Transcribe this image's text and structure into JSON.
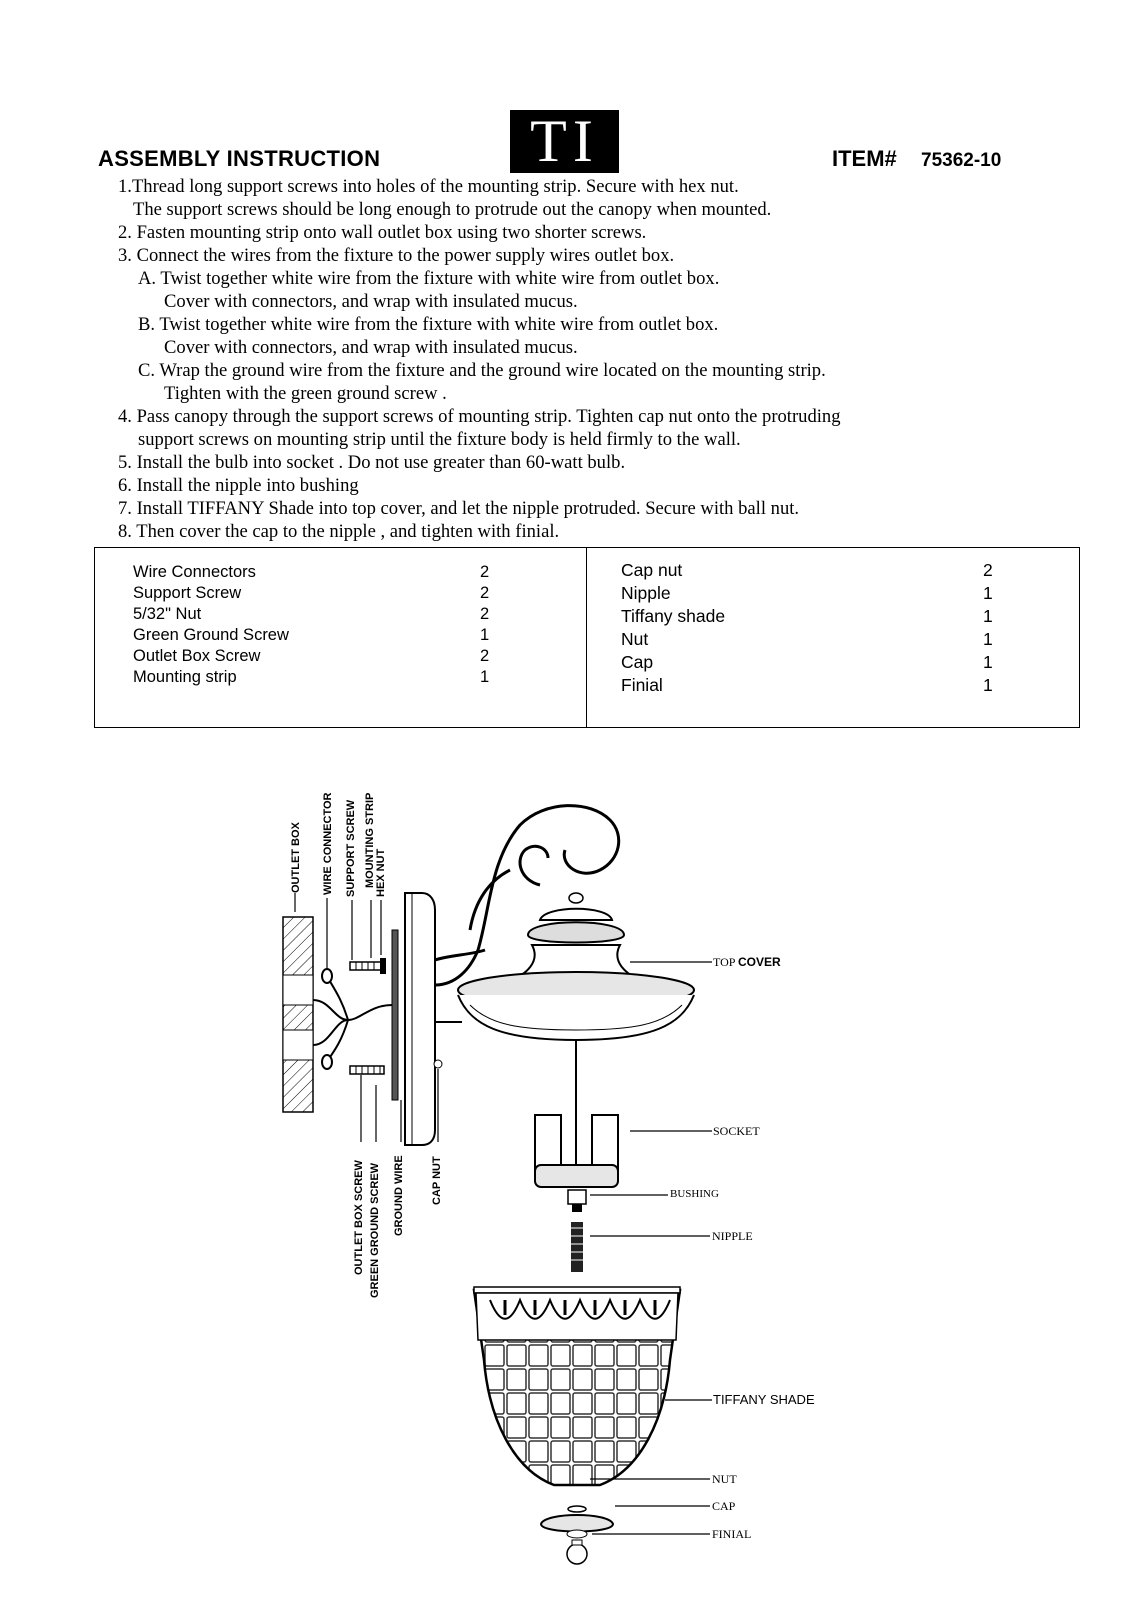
{
  "header": {
    "title": "ASSEMBLY  INSTRUCTION",
    "logo_text": "TI",
    "item_label": "ITEM#",
    "item_number": "75362-10"
  },
  "instructions": [
    "1.Thread long support screws into holes of the mounting strip. Secure with hex nut.",
    "The support screws should be long enough to protrude out the canopy when mounted.",
    "2. Fasten mounting strip onto wall outlet box using two shorter screws.",
    "3. Connect the wires from the fixture to the power supply wires outlet box.",
    "A. Twist together white wire from the fixture with white wire from outlet box.",
    "Cover with connectors, and wrap with insulated mucus.",
    "B. Twist together white wire from the fixture with white wire from outlet box.",
    "Cover with connectors, and wrap with insulated mucus.",
    "C. Wrap the ground wire from the fixture and the ground wire located on the mounting strip.",
    "Tighten with the green ground screw .",
    "4. Pass canopy through the support screws of mounting strip. Tighten cap nut onto the protruding",
    "support screws on mounting strip until the fixture body is held firmly to the wall.",
    "5. Install the bulb into socket . Do not use greater than 60-watt bulb.",
    "6. Install the nipple into bushing",
    "7. Install TIFFANY Shade into top cover, and let the nipple protruded. Secure with ball nut.",
    "8. Then cover the cap to the nipple , and tighten with finial."
  ],
  "parts": {
    "left": [
      {
        "name": "Wire Connectors",
        "qty": "2"
      },
      {
        "name": "Support Screw",
        "qty": "2"
      },
      {
        "name": "5/32\" Nut",
        "qty": "2"
      },
      {
        "name": "Green Ground  Screw",
        "qty": "1"
      },
      {
        "name": "Outlet Box Screw",
        "qty": "2"
      },
      {
        "name": "Mounting strip",
        "qty": "1"
      }
    ],
    "right": [
      {
        "name": "Cap nut",
        "qty": "2"
      },
      {
        "name": "Nipple",
        "qty": "1"
      },
      {
        "name": "Tiffany shade",
        "qty": "1"
      },
      {
        "name": "Nut",
        "qty": "1"
      },
      {
        "name": "Cap",
        "qty": "1"
      },
      {
        "name": "Finial",
        "qty": "1"
      }
    ]
  },
  "diagram": {
    "top_labels": [
      "OUTLET BOX",
      "WIRE  CONNECTOR",
      "SUPPORT  SCREW",
      "MOUNTING  STRIP",
      "HEX  NUT"
    ],
    "bottom_labels": [
      "OUTLET  BOX  SCREW",
      "GREEN  GROUND  SCREW",
      "GROUND  WIRE",
      "CAP  NUT"
    ],
    "top_cover": "TOP",
    "top_cover_2": "COVER",
    "socket": "SOCKET",
    "bushing": "BUSHING",
    "nipple": "NIPPLE",
    "tiffany_shade": "TIFFANY SHADE",
    "nut": "NUT",
    "cap": "CAP",
    "finial": "FINIAL"
  }
}
